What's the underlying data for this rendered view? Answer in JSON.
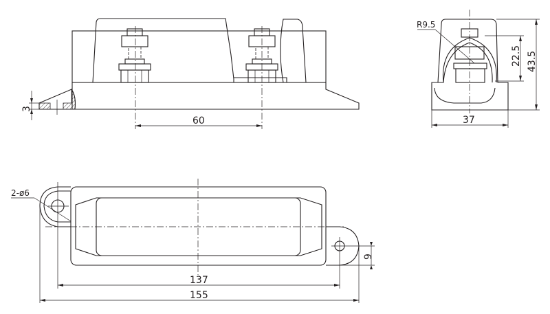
{
  "drawing": {
    "front_view": {
      "thickness_dim": "3",
      "bolt_spacing_dim": "60"
    },
    "side_view": {
      "radius_label": "R9.5",
      "terminal_height_dim": "22.5",
      "total_height_dim": "43.5",
      "width_dim": "37"
    },
    "bottom_view": {
      "hole_label": "2-ø6",
      "hole_spacing_dim": "137",
      "total_length_dim": "155",
      "offset_dim": "9"
    }
  }
}
